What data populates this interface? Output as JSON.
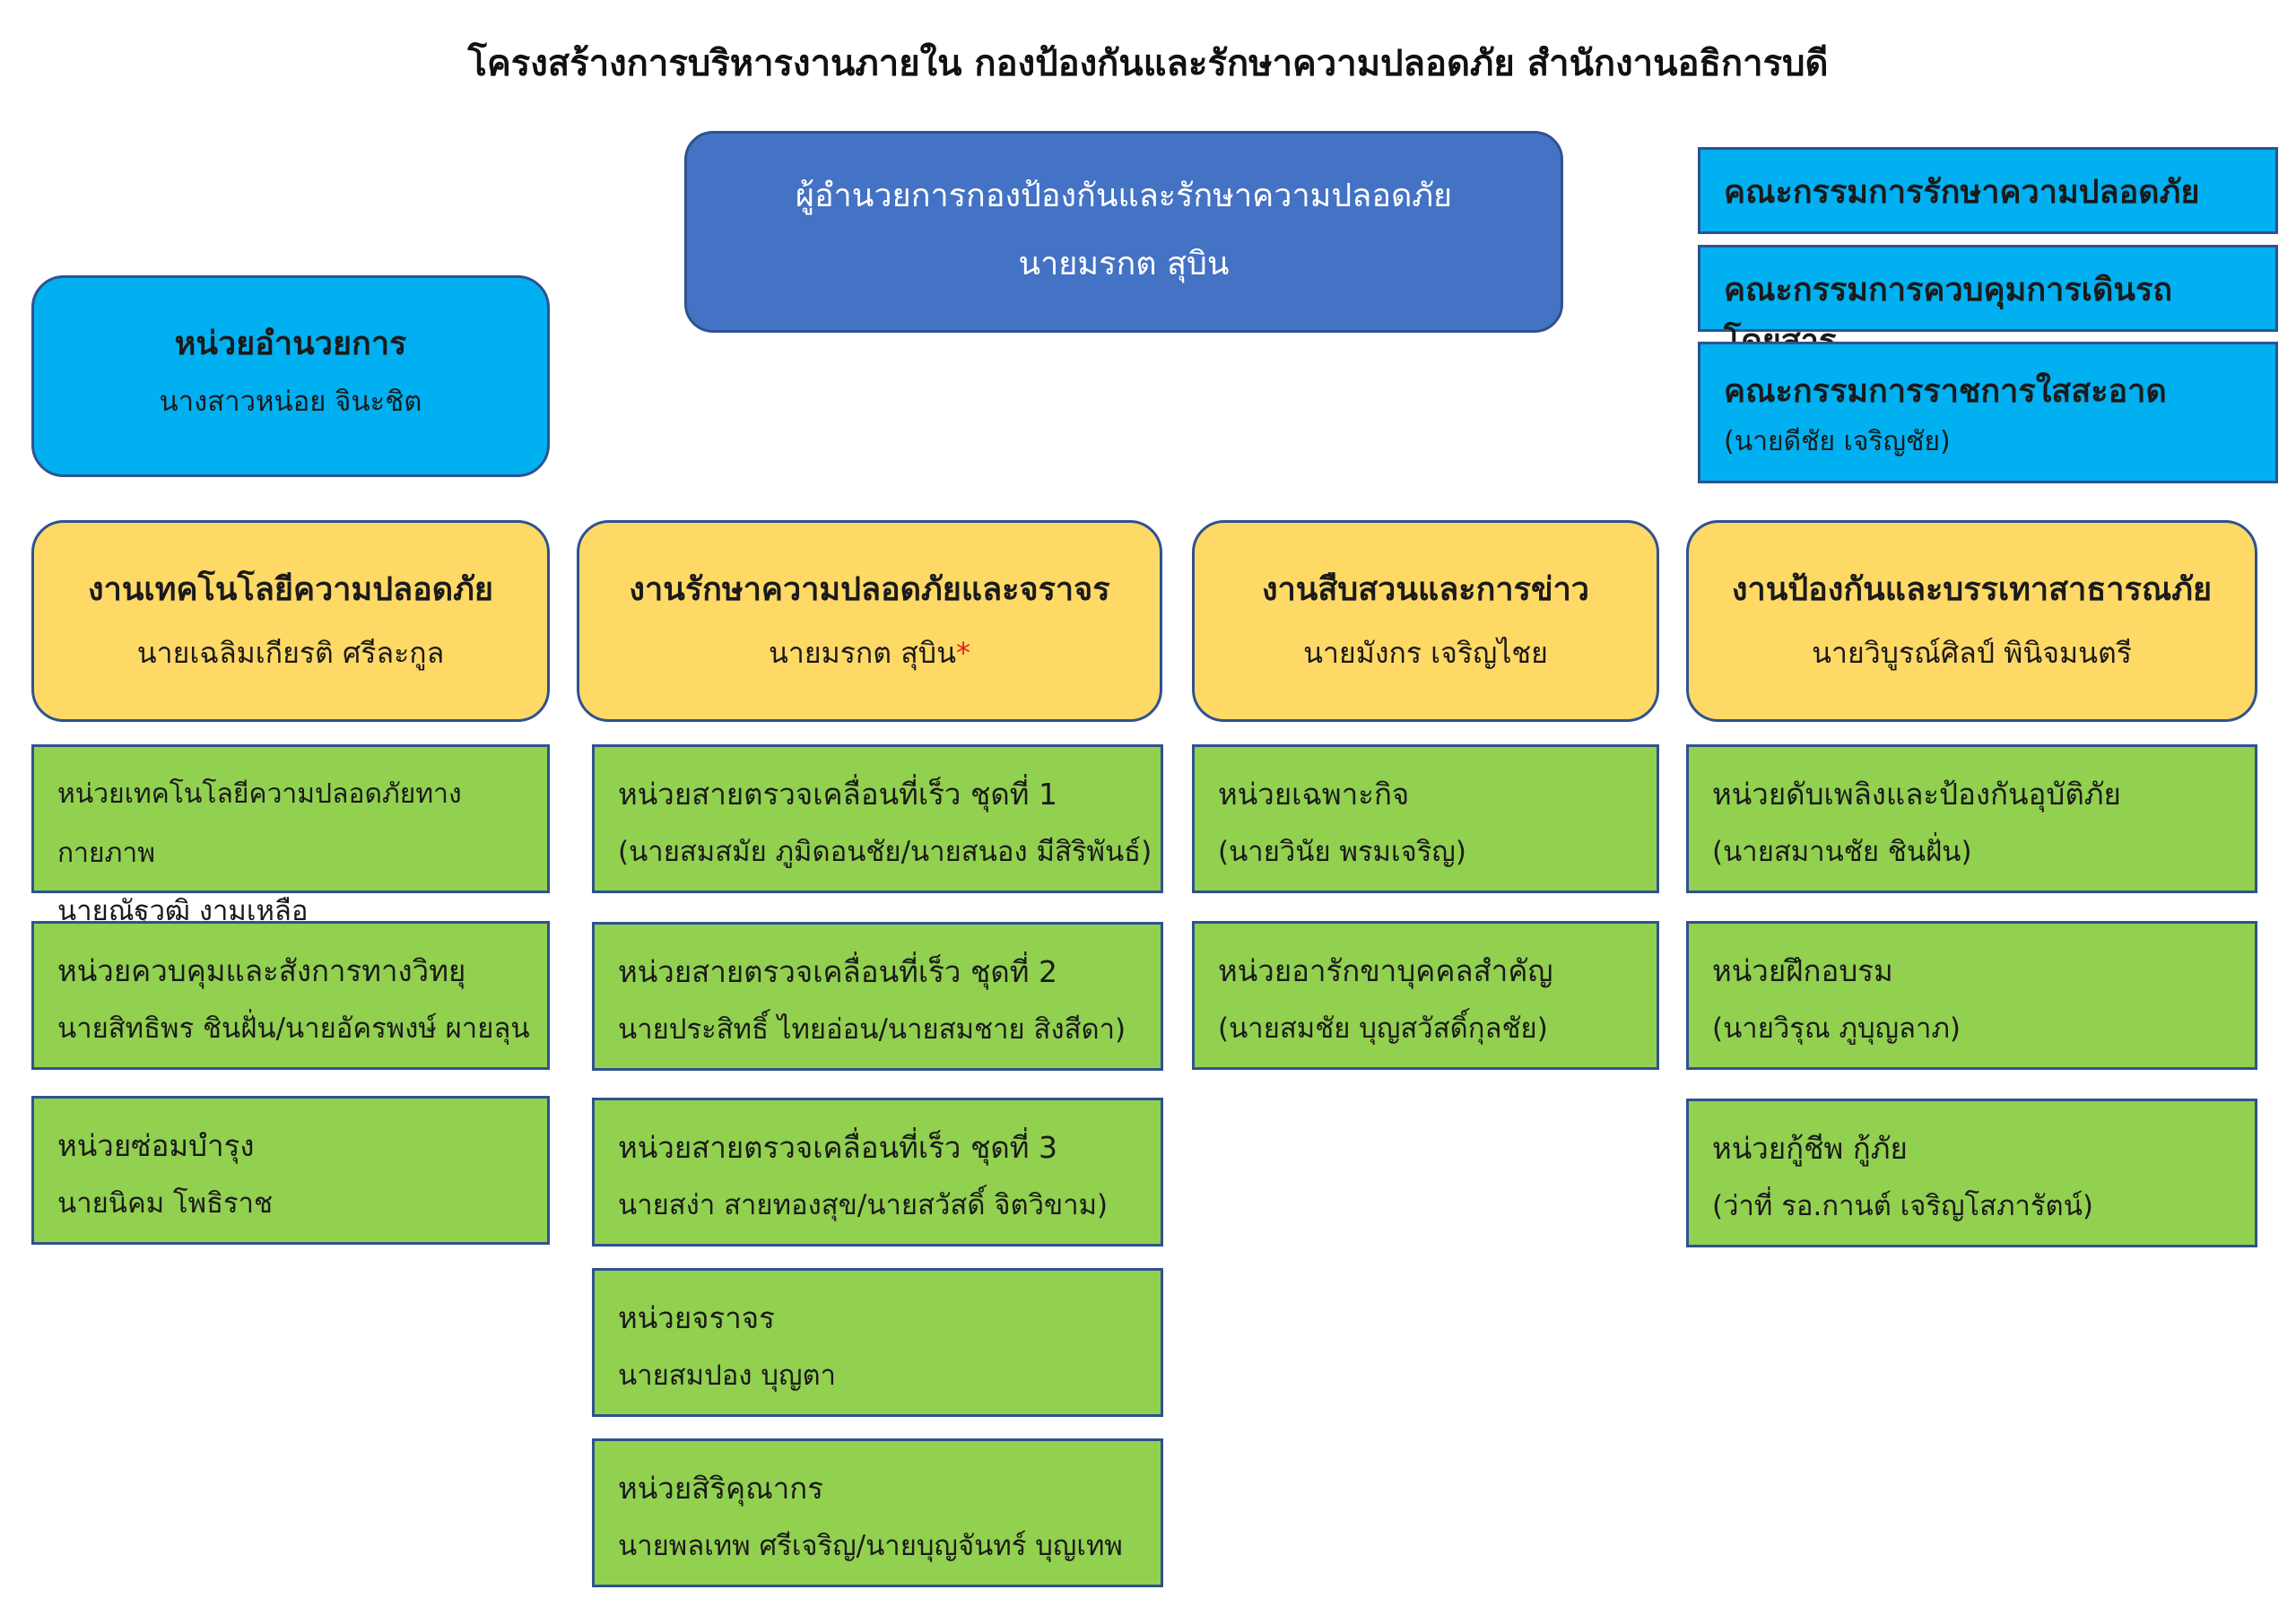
{
  "title": "โครงสร้างการบริหารงานภายใน กองป้องกันและรักษาความปลอดภัย สำนักงานอธิการบดี",
  "director": {
    "position": "ผู้อำนวยการกองป้องกันและรักษาความปลอดภัย",
    "person": "นายมรกต สุบิน"
  },
  "admin_unit": {
    "name": "หน่วยอำนวยการ",
    "person": "นางสาวหน่อย จินะชิต"
  },
  "committees": [
    {
      "name": "คณะกรรมการรักษาความปลอดภัย"
    },
    {
      "name": "คณะกรรมการควบคุมการเดินรถโดยสาร"
    },
    {
      "name": "คณะกรรมการราชการใสสะอาด",
      "person": "(นายดีชัย เจริญชัย)"
    }
  ],
  "divisions": [
    {
      "name": "งานเทคโนโลยีความปลอดภัย",
      "person": "นายเฉลิมเกียรติ ศรีละกูล",
      "units": [
        {
          "name": "หน่วยเทคโนโลยีความปลอดภัยทางกายภาพ",
          "person": "นายณัฐวุฒิ งามเหลือ"
        },
        {
          "name": "หน่วยควบคุมและสังการทางวิทยุ",
          "person": "นายสิทธิพร ชินฝั่น/นายอัครพงษ์ ผายลุน"
        },
        {
          "name": "หน่วยซ่อมบำรุง",
          "person": "นายนิคม โพธิราช"
        }
      ]
    },
    {
      "name": "งานรักษาความปลอดภัยและจราจร",
      "person": "นายมรกต สุบิน",
      "mark": "*",
      "units": [
        {
          "name": "หน่วยสายตรวจเคลื่อนที่เร็ว ชุดที่ 1",
          "person": "(นายสมสมัย ภูมิดอนชัย/นายสนอง มีสิริพันธ์)"
        },
        {
          "name": "หน่วยสายตรวจเคลื่อนที่เร็ว ชุดที่ 2",
          "person": "นายประสิทธิ์ ไทยอ่อน/นายสมชาย สิงสีดา)"
        },
        {
          "name": "หน่วยสายตรวจเคลื่อนที่เร็ว ชุดที่ 3",
          "person": "นายสง่า สายทองสุข/นายสวัสดิ์ จิตวิขาม)"
        },
        {
          "name": "หน่วยจราจร",
          "person": "นายสมปอง บุญตา"
        },
        {
          "name": "หน่วยสิริคุณากร",
          "person": "นายพลเทพ ศรีเจริญ/นายบุญจันทร์ บุญเทพ"
        }
      ]
    },
    {
      "name": "งานสืบสวนและการข่าว",
      "person": "นายมังกร เจริญไชย",
      "units": [
        {
          "name": "หน่วยเฉพาะกิจ",
          "person": "(นายวินัย พรมเจริญ)"
        },
        {
          "name": "หน่วยอารักขาบุคคลสำคัญ",
          "person": "(นายสมชัย บุญสวัสดิ์กุลชัย)"
        }
      ]
    },
    {
      "name": "งานป้องกันและบรรเทาสาธารณภัย",
      "person": "นายวิบูรณ์ศิลป์ พินิจมนตรี",
      "units": [
        {
          "name": "หน่วยดับเพลิงและป้องกันอุบัติภัย",
          "person": "(นายสมานชัย ชินฝั่น)"
        },
        {
          "name": "หน่วยฝึกอบรม",
          "person": "(นายวิรุณ ภูบุญลาภ)"
        },
        {
          "name": "หน่วยกู้ชีพ กู้ภัย",
          "person": "(ว่าที่ รอ.กานต์ เจริญโสภารัตน์)"
        }
      ]
    }
  ],
  "colors": {
    "director": "#4472C4",
    "admin": "#00B0F0",
    "division": "#FFD966",
    "unit": "#92D050",
    "border": "#2F528F",
    "mark": "#E02020"
  }
}
